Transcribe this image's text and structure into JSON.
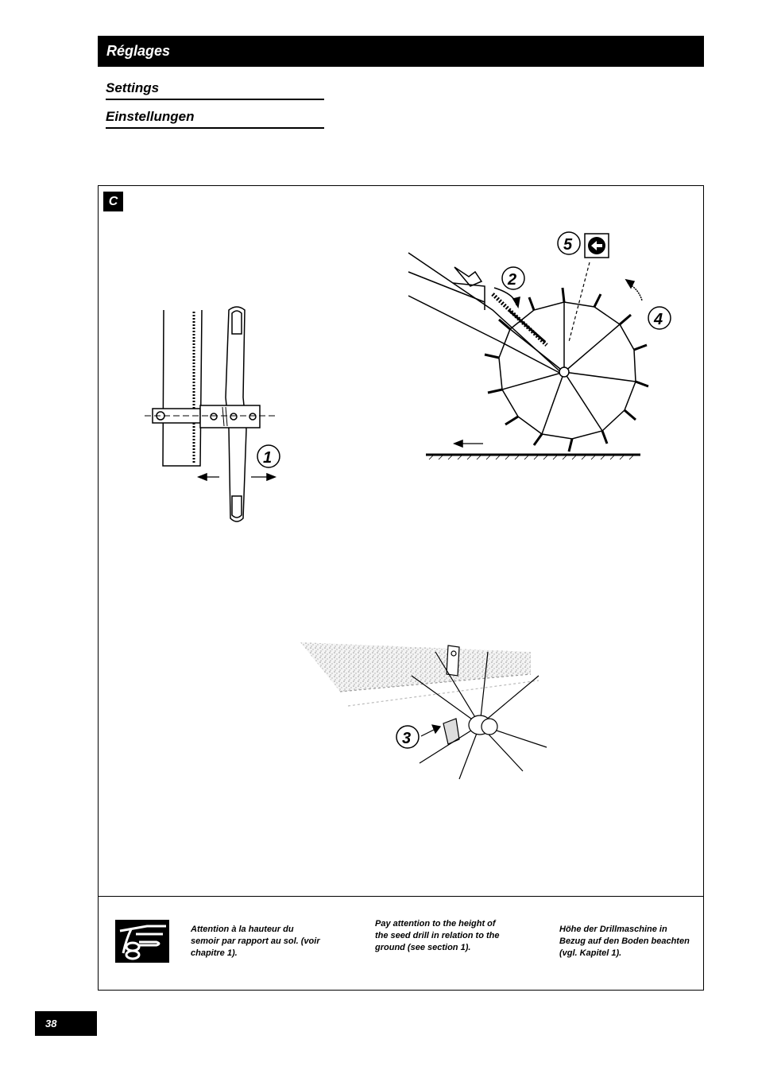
{
  "header": {
    "title_fr": "Réglages",
    "title_en": "Settings",
    "title_de": "Einstellungen"
  },
  "figure": {
    "label": "C",
    "callouts": [
      "1",
      "2",
      "3",
      "4",
      "5"
    ],
    "icons": [
      "reverse-arrow-icon",
      "pointing-hand-icon"
    ]
  },
  "notes": {
    "fr": "Attention à la hauteur du semoir par rapport au sol. (voir chapitre 1).",
    "en": "Pay attention to the height of the seed drill in relation to the ground (see section 1).",
    "de": "Höhe der Drillmaschine in Bezug auf den Boden beachten (vgl. Kapitel 1)."
  },
  "page_number": "38",
  "colors": {
    "ink": "#000000",
    "paper": "#ffffff"
  }
}
